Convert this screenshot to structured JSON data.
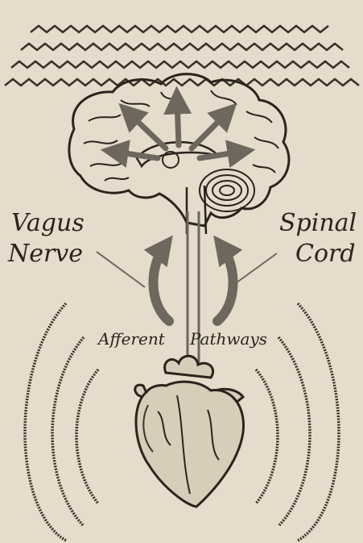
{
  "labels": {
    "vagus_line1": "Vagus",
    "vagus_line2": "Nerve",
    "spinal_line1": "Spinal",
    "spinal_line2": "Cord",
    "afferent": "Afferent",
    "pathways": "Pathways"
  },
  "colors": {
    "background": "#e6dccb",
    "ink": "#2b241d",
    "arrow": "#6e675e",
    "heart_fill": "#d8cdb9"
  }
}
